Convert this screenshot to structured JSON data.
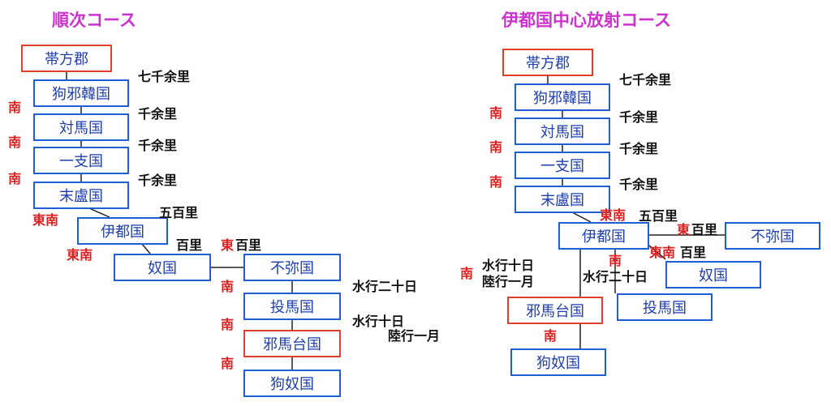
{
  "diagram": {
    "left": {
      "title": "順次コース",
      "nodes": {
        "taihou": "帯方郡",
        "kuyakan": "狗邪韓国",
        "tsushima": "対馬国",
        "ikishi": "一支国",
        "matsuro": "末盧国",
        "ito": "伊都国",
        "na": "奴国",
        "fumi": "不弥国",
        "toma": "投馬国",
        "yamatai": "邪馬台国",
        "kuna": "狗奴国"
      },
      "distances": {
        "d1": "七千余里",
        "d2": "千余里",
        "d3": "千余里",
        "d4": "千余里",
        "d5": "五百里",
        "d6": "百里",
        "d7_dir": "東",
        "d7": "百里",
        "d8": "水行二十日",
        "d9a": "水行十日",
        "d9b": "陸行一月"
      },
      "directions": {
        "s1": "南",
        "s2": "南",
        "s3": "南",
        "se1": "東南",
        "se2": "東南",
        "s4": "南",
        "s5": "南",
        "s6": "南"
      }
    },
    "right": {
      "title": "伊都国中心放射コース",
      "nodes": {
        "taihou": "帯方郡",
        "kuyakan": "狗邪韓国",
        "tsushima": "対馬国",
        "ikishi": "一支国",
        "matsuro": "末盧国",
        "ito": "伊都国",
        "fumi": "不弥国",
        "na": "奴国",
        "yamatai": "邪馬台国",
        "toma": "投馬国",
        "kuna": "狗奴国"
      },
      "distances": {
        "d1": "七千余里",
        "d2": "千余里",
        "d3": "千余里",
        "d4": "千余里",
        "d5": "五百里",
        "d6_dir": "東",
        "d6": "百里",
        "d7": "百里",
        "d8": "水行二十日",
        "d9a": "水行十日",
        "d9b": "陸行一月"
      },
      "directions": {
        "s1": "南",
        "s2": "南",
        "s3": "南",
        "se1": "東南",
        "s4": "南",
        "se2": "東南",
        "s5": "南",
        "s6": "南"
      }
    },
    "colors": {
      "title": "#cc33cc",
      "box_border": "#1f5fd6",
      "box_border_highlight": "#e0402a",
      "box_text": "#1f3fae",
      "direction_text": "#e02020"
    }
  }
}
